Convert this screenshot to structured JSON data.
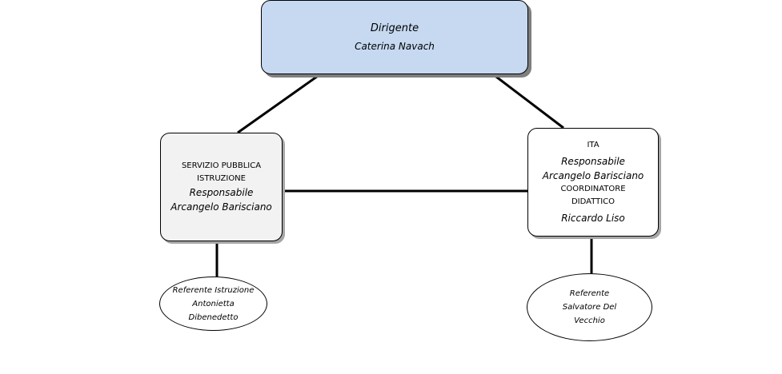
{
  "dirigente": {
    "title": "Dirigente",
    "name": "Caterina Navach"
  },
  "servizio": {
    "title_line1": "SERVIZIO PUBBLICA",
    "title_line2": "ISTRUZIONE",
    "role": "Responsabile",
    "name": "Arcangelo Barisciano"
  },
  "ita": {
    "title": "ITA",
    "role": "Responsabile",
    "name": "Arcangelo Barisciano",
    "coord_line1": "COORDINATORE",
    "coord_line2": "DIDATTICO",
    "coord_name": "Riccardo Liso"
  },
  "referente_istruzione": {
    "line1": "Referente Istruzione",
    "line2": "Antonietta",
    "line3": "Dibenedetto"
  },
  "referente_ita": {
    "line1": "Referente",
    "line2": "Salvatore Del",
    "line3": "Vecchio"
  }
}
